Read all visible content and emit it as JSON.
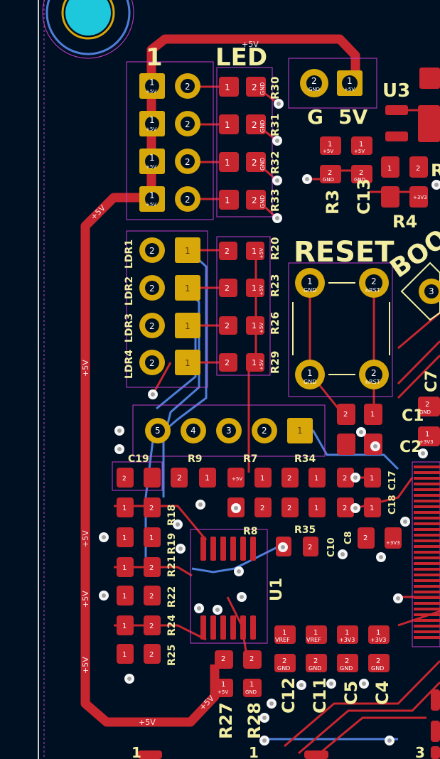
{
  "view": {
    "title": "PCB layout view"
  },
  "colors": {
    "background": "#001023",
    "copper_top": "#c8262e",
    "copper_bottom": "#4f7fd8",
    "silkscreen": "#f2eda1",
    "courtyard": "#c83cc8",
    "pad_gold": "#d8a70a",
    "via": "#f5f5f5",
    "mounting_hole": "#1ec8dc"
  },
  "silkscreen": {
    "led_header": "LED",
    "reset_header": "RESET",
    "boot_header": "BOO",
    "power_g": "G",
    "power_5v": "5V",
    "ref_u3": "U3",
    "ref_r3": "R3",
    "ref_c13": "C13",
    "ref_r4": "R4",
    "ref_r": "R",
    "ref_r30": "R30",
    "ref_r31": "R31",
    "ref_r32": "R32",
    "ref_r33": "R33",
    "ref_r20": "R20",
    "ref_r23": "R23",
    "ref_r26": "R26",
    "ref_r29": "R29",
    "ref_ldr1": "LDR1",
    "ref_ldr2": "LDR2",
    "ref_ldr3": "LDR3",
    "ref_ldr4": "LDR4",
    "ref_c19": "C19",
    "ref_r9": "R9",
    "ref_r7": "R7",
    "ref_r34": "R34",
    "ref_r18": "R18",
    "ref_r19": "R19",
    "ref_r21": "R21",
    "ref_r22": "R22",
    "ref_r24": "R24",
    "ref_r25": "R25",
    "ref_r8": "R8",
    "ref_r35": "R35",
    "ref_c10": "C10",
    "ref_c8": "C8",
    "ref_c18": "C18",
    "ref_c17": "C17",
    "ref_u1": "U1",
    "ref_c12": "C12",
    "ref_c11": "C11",
    "ref_c5": "C5",
    "ref_c4": "C4",
    "ref_r27": "R27",
    "ref_r28": "R28",
    "ref_c7": "C7",
    "ref_c1": "C1",
    "ref_c2": "C2",
    "ref_3": "3",
    "ref_1": "1"
  },
  "nets": {
    "plus5v": "+5V",
    "gnd": "GND",
    "nrst": "nRST",
    "plus3v3": "+3V3",
    "vref": "VREF"
  },
  "pin_numbers": {
    "p1": "1",
    "p2": "2",
    "p3": "3",
    "p4": "4",
    "p5": "5"
  }
}
